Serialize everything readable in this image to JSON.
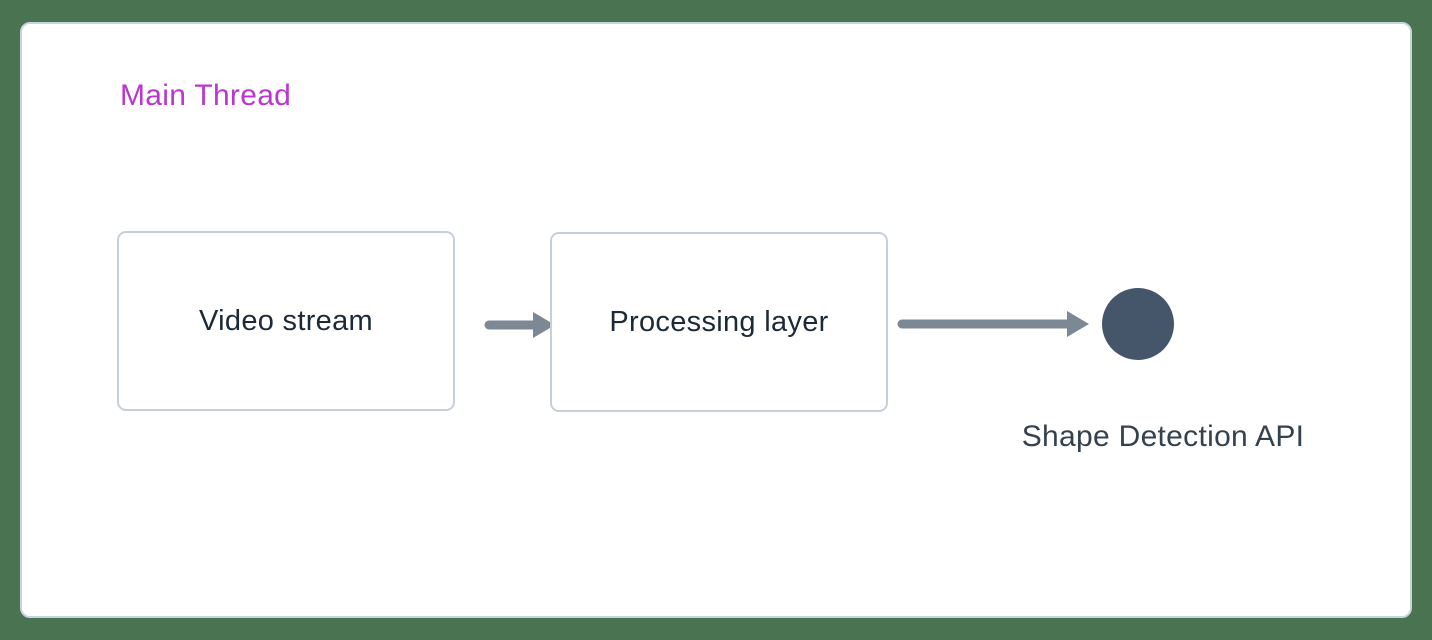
{
  "page": {
    "background_color": "#497351",
    "panel": {
      "background": "#ffffff",
      "border_color": "#c9d3dc"
    }
  },
  "diagram": {
    "title": {
      "label": "Main Thread",
      "color": "#bb35cf"
    },
    "nodes": [
      {
        "id": "video-stream",
        "label": "Video stream"
      },
      {
        "id": "processing-layer",
        "label": "Processing layer"
      }
    ],
    "connectors": {
      "color": "#7c8893"
    },
    "terminal": {
      "shape": "circle",
      "color": "#46566a",
      "label": "Shape Detection API"
    },
    "node_style": {
      "border_color": "#c5d0da",
      "text_color": "#1c2a37"
    },
    "label_text_color": "#34424f"
  }
}
